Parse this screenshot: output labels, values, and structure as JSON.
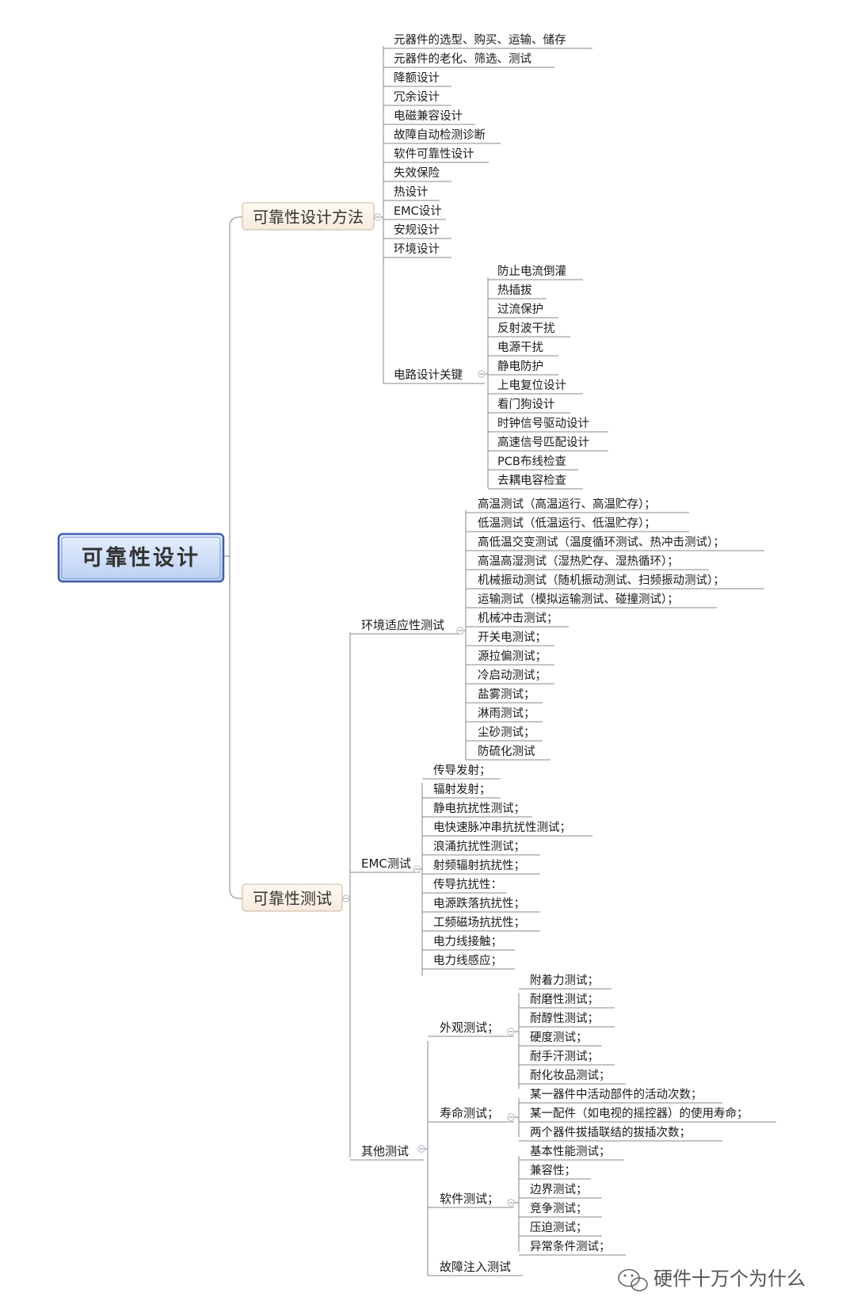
{
  "root": "可靠性设计",
  "branches": [
    {
      "label": "可靠性设计方法",
      "children": [
        {
          "label": "元器件的选型、购买、运输、储存"
        },
        {
          "label": "元器件的老化、筛选、测试"
        },
        {
          "label": "降额设计"
        },
        {
          "label": "冗余设计"
        },
        {
          "label": "电磁兼容设计"
        },
        {
          "label": "故障自动检测诊断"
        },
        {
          "label": "软件可靠性设计"
        },
        {
          "label": "失效保险"
        },
        {
          "label": "热设计"
        },
        {
          "label": "EMC设计"
        },
        {
          "label": "安规设计"
        },
        {
          "label": "环境设计"
        },
        {
          "label": "电路设计关键",
          "children": [
            "防止电流倒灌",
            "热插拔",
            "过流保护",
            "反射波干扰",
            "电源干扰",
            "静电防护",
            "上电复位设计",
            "看门狗设计",
            "时钟信号驱动设计",
            "高速信号匹配设计",
            "PCB布线检查",
            "去耦电容检查"
          ]
        }
      ]
    },
    {
      "label": "可靠性测试",
      "children": [
        {
          "label": "环境适应性测试",
          "children": [
            "高温测试（高温运行、高温贮存）；",
            "低温测试（低温运行、低温贮存）；",
            "高低温交变测试（温度循环测试、热冲击测试）；",
            "高温高湿测试（湿热贮存、湿热循环）；",
            "机械振动测试（随机振动测试、扫频振动测试）；",
            "运输测试（模拟运输测试、碰撞测试）；",
            "机械冲击测试；",
            "开关电测试；",
            "源拉偏测试；",
            "冷启动测试；",
            "盐雾测试；",
            "淋雨测试；",
            "尘砂测试；",
            "防硫化测试"
          ]
        },
        {
          "label": "EMC测试",
          "children": [
            "传导发射；",
            "辐射发射；",
            "静电抗扰性测试；",
            "电快速脉冲串抗扰性测试；",
            "浪涌抗扰性测试；",
            "射频辐射抗扰性；",
            "传导抗扰性：",
            "电源跌落抗扰性；",
            "工频磁场抗扰性；",
            "电力线接触；",
            "电力线感应；"
          ]
        },
        {
          "label": "其他测试",
          "children": [
            {
              "label": "外观测试；",
              "children": [
                "附着力测试；",
                "耐磨性测试；",
                "耐醇性测试；",
                "硬度测试；",
                "耐手汗测试；",
                "耐化妆品测试；"
              ]
            },
            {
              "label": "寿命测试；",
              "children": [
                "某一器件中活动部件的活动次数；",
                "某一配件（如电视的摇控器）的使用寿命；",
                "两个器件拔插联结的拔插次数；"
              ]
            },
            {
              "label": "软件测试；",
              "children": [
                "基本性能测试；",
                "兼容性；",
                "边界测试；",
                "竞争测试；",
                "压迫测试；",
                "异常条件测试；"
              ]
            },
            {
              "label": "故障注入测试"
            }
          ]
        }
      ]
    }
  ],
  "watermark": {
    "text": "硬件十万个为什么",
    "icon": "wechat-icon"
  }
}
